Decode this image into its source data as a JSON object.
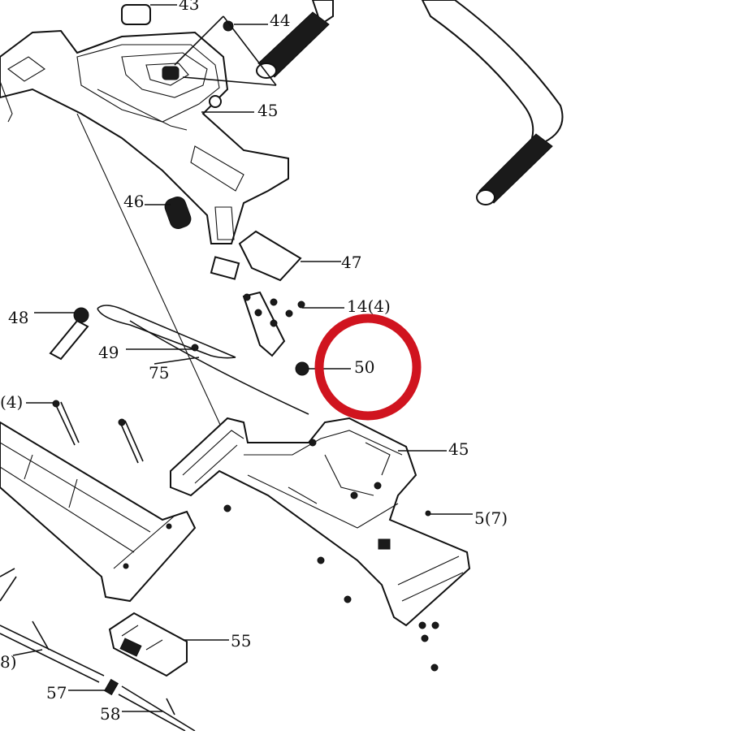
{
  "callouts": {
    "c43": "43",
    "c44": "44",
    "c45_top": "45",
    "c46": "46",
    "c47": "47",
    "c14": "14(4)",
    "c48": "48",
    "c49": "49",
    "c75": "75",
    "c50": "50",
    "c4": "(4)",
    "c45_bottom": "45",
    "c5": "5(7)",
    "c55": "55",
    "c8": "8)",
    "c57": "57",
    "c58": "58"
  },
  "highlight": {
    "target": "50",
    "color": "#d0141f"
  }
}
